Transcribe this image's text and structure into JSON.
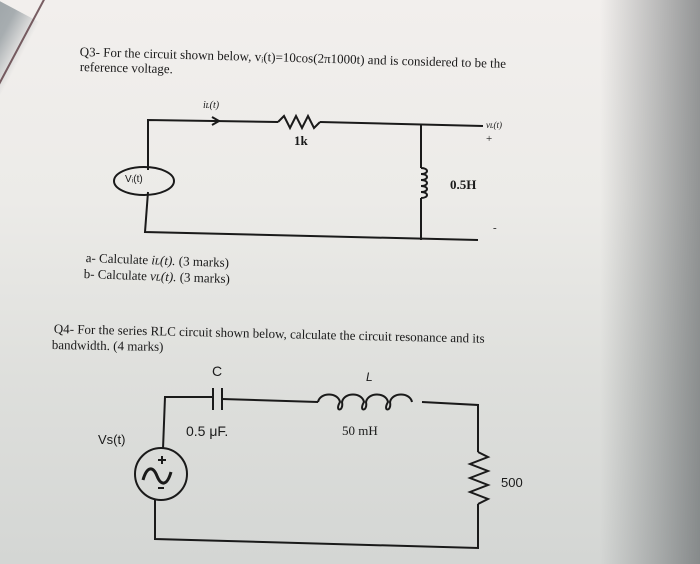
{
  "q3": {
    "line1": "Q3- For the circuit shown below, vᵢ(t)=10cos(2π1000t) and is considered to be the",
    "line2": "reference voltage.",
    "circuit": {
      "current_label": "iʟ(t)",
      "resistor_label": "1k",
      "source_label": "Vᵢ(t)",
      "inductor_label": "0.5H",
      "output_label": "vʟ(t)",
      "plus": "+",
      "minus": "-"
    },
    "parts": [
      {
        "prefix": "a-",
        "text": "Calculate",
        "var": "iʟ(t).",
        "marks": "(3 marks)"
      },
      {
        "prefix": "b-",
        "text": "Calculate",
        "var": "vʟ(t).",
        "marks": "(3 marks)"
      }
    ]
  },
  "q4": {
    "line1": "Q4- For the series RLC circuit shown below, calculate the circuit resonance and its",
    "line2": "bandwidth. (4 marks)",
    "circuit": {
      "capacitor_label": "C",
      "capacitor_value": "0.5 μF.",
      "inductor_label": "L",
      "inductor_value": "50 mH",
      "source_label": "Vs(t)",
      "resistor_value": "500",
      "plus": "+",
      "minus": "-"
    }
  }
}
